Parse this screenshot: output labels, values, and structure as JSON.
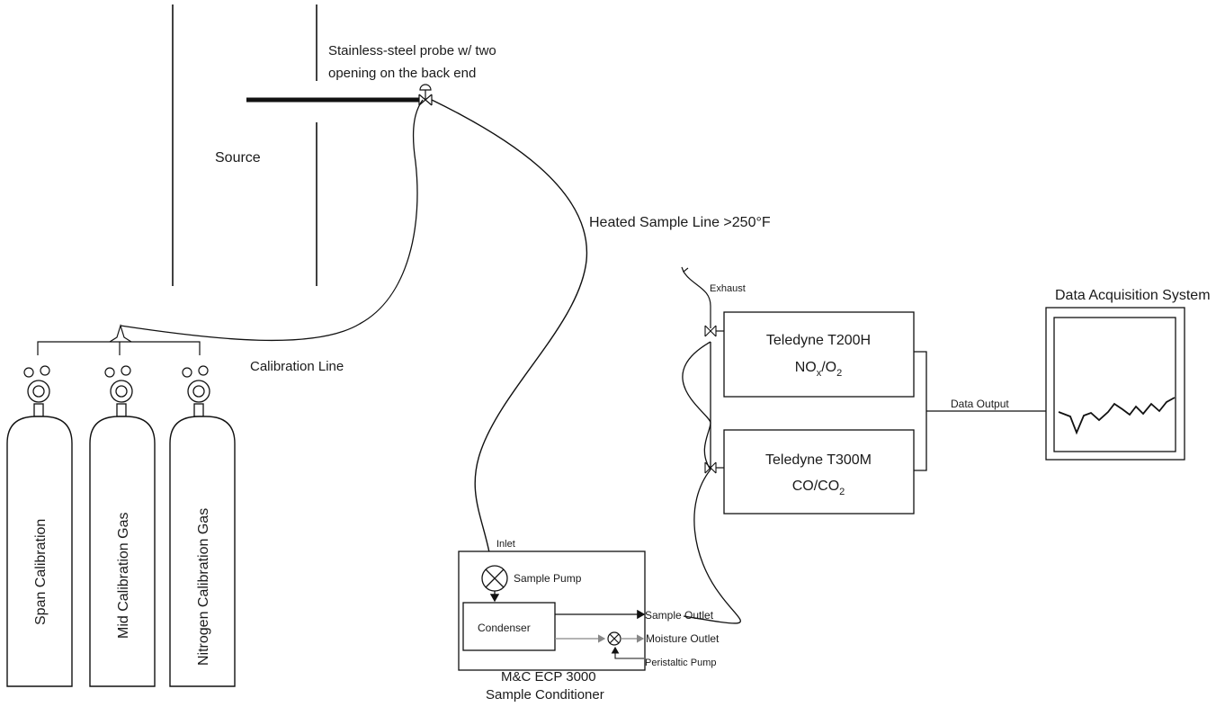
{
  "labels": {
    "probe_line1": "Stainless-steel probe w/ two",
    "probe_line2": "opening on the back end",
    "source": "Source",
    "heated_line": "Heated Sample Line  >250°F",
    "calibration_line": "Calibration Line",
    "exhaust": "Exhaust",
    "data_output": "Data Output",
    "das_title": "Data Acquisition System"
  },
  "cylinders": [
    {
      "label": "Span Calibration"
    },
    {
      "label": "Mid Calibration Gas"
    },
    {
      "label": "Nitrogen Calibration Gas"
    }
  ],
  "analyzers": {
    "t200": {
      "name": "Teledyne T200H",
      "gas_main": "NO",
      "gas_sub1": "x",
      "gas_mid": "/O",
      "gas_sub2": "2"
    },
    "t300": {
      "name": "Teledyne T300M",
      "gas_main": "CO/CO",
      "gas_sub": "2"
    }
  },
  "conditioner": {
    "inlet": "Inlet",
    "sample_pump": "Sample Pump",
    "condenser": "Condenser",
    "sample_outlet": "Sample Outlet",
    "moisture_outlet": "Moisture Outlet",
    "peristaltic_pump": "Peristaltic Pump",
    "name_line1": "M&C ECP 3000",
    "name_line2": "Sample Conditioner"
  }
}
